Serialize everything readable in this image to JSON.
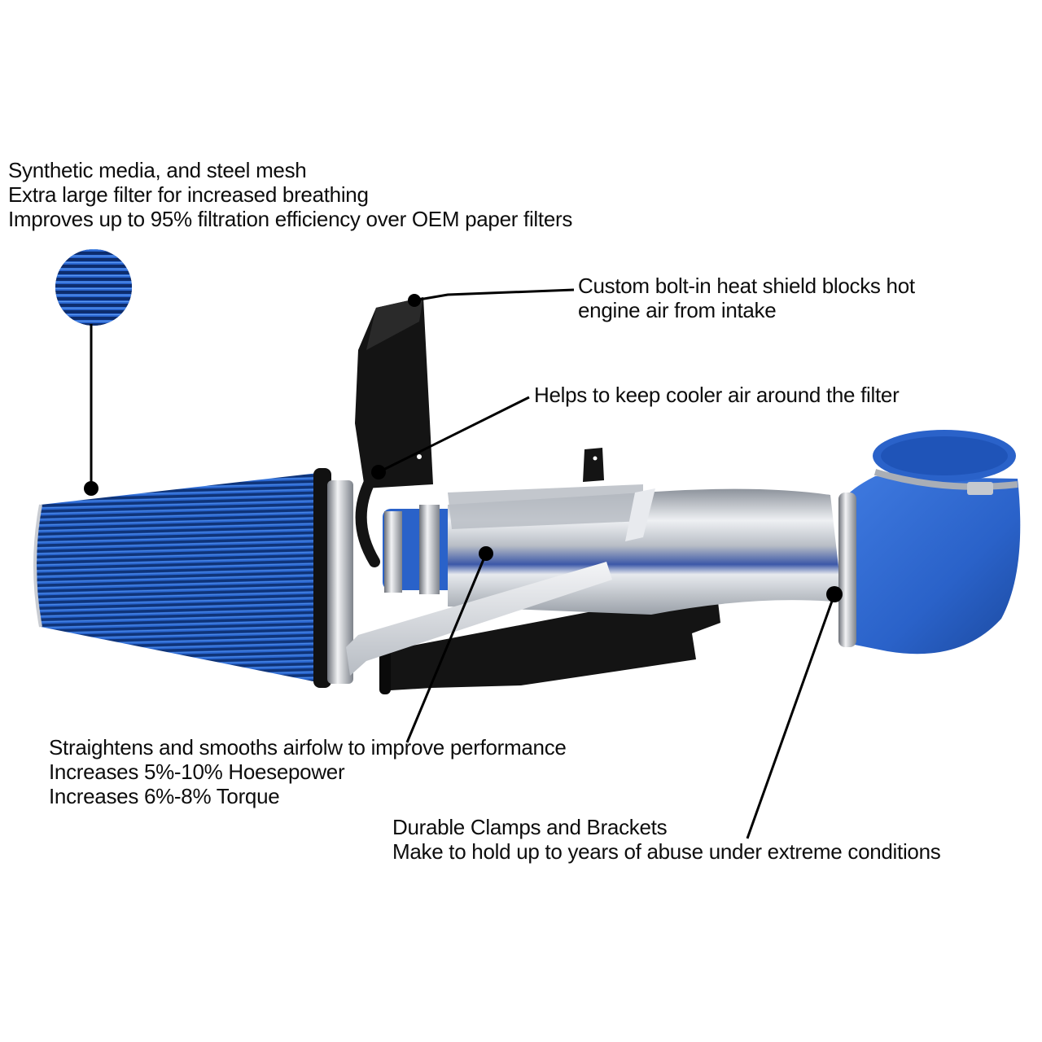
{
  "callouts": {
    "filter": {
      "lines": [
        "Synthetic media, and steel mesh",
        "Extra large filter for increased breathing",
        "Improves up to 95% filtration efficiency over OEM paper filters"
      ]
    },
    "heat_shield": {
      "lines": [
        "Custom bolt-in heat shield blocks hot",
        "engine air from intake"
      ]
    },
    "cooler_air": {
      "lines": [
        "Helps to keep cooler air around the filter"
      ]
    },
    "airflow": {
      "lines": [
        "Straightens and smooths airfolw to improve performance",
        "Increases 5%-10% Hoesepower",
        "Increases 6%-8% Torque"
      ]
    },
    "clamps": {
      "lines": [
        "Durable Clamps and Brackets",
        "Make to hold up to years of abuse under extreme conditions"
      ]
    }
  },
  "colors": {
    "filter_blue": "#1c4fa8",
    "coupler_blue": "#2a62c9",
    "shield_black": "#121212",
    "pipe_silver": "#c9ccd2"
  }
}
